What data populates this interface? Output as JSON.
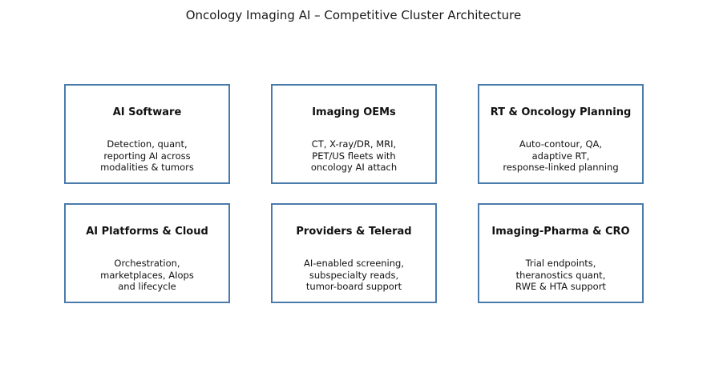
{
  "figure": {
    "title": "Oncology Imaging AI – Competitive Cluster Architecture"
  },
  "colors": {
    "box_border": "#4b7bab",
    "background": "#ffffff",
    "text": "#111111"
  },
  "clusters": [
    {
      "title": "AI Software",
      "desc": "Detection, quant,\nreporting AI across\nmodalities & tumors"
    },
    {
      "title": "Imaging OEMs",
      "desc": "CT, X-ray/DR, MRI,\nPET/US fleets with\noncology AI attach"
    },
    {
      "title": "RT & Oncology Planning",
      "desc": "Auto-contour, QA,\nadaptive RT,\nresponse-linked planning"
    },
    {
      "title": "AI Platforms & Cloud",
      "desc": "Orchestration,\nmarketplaces, AIops\nand lifecycle"
    },
    {
      "title": "Providers & Telerad",
      "desc": "AI-enabled screening,\nsubspecialty reads,\ntumor-board support"
    },
    {
      "title": "Imaging-Pharma & CRO",
      "desc": "Trial endpoints,\ntheranostics quant,\nRWE & HTA support"
    }
  ]
}
